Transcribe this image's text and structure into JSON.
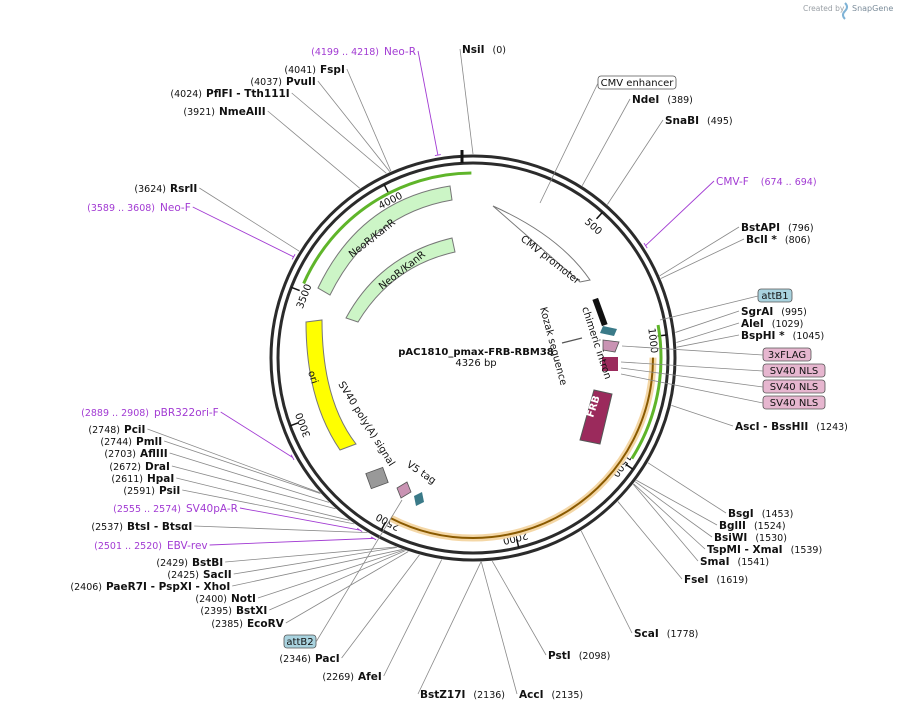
{
  "credit": {
    "prefix": "Created by",
    "brand": "SnapGene"
  },
  "plasmid": {
    "name": "pAC1810_pmax-FRB-RBM38",
    "size": "4326 bp",
    "length": 4326
  },
  "ticks": [
    "500",
    "1000",
    "1500",
    "2000",
    "2500",
    "3000",
    "3500",
    "4000"
  ],
  "enzymes": [
    {
      "id": "nsii",
      "name": "NsiI",
      "pos": "(0)"
    },
    {
      "id": "ndei",
      "name": "NdeI",
      "pos": "(389)"
    },
    {
      "id": "snabi",
      "name": "SnaBI",
      "pos": "(495)"
    },
    {
      "id": "bstapi",
      "name": "BstAPI",
      "pos": "(796)"
    },
    {
      "id": "bcli",
      "name": "BclI *",
      "pos": "(806)"
    },
    {
      "id": "sgrai",
      "name": "SgrAI",
      "pos": "(995)"
    },
    {
      "id": "alei",
      "name": "AleI",
      "pos": "(1029)"
    },
    {
      "id": "bsphi",
      "name": "BspHI *",
      "pos": "(1045)"
    },
    {
      "id": "asci",
      "name": "AscI - BssHII",
      "pos": "(1243)"
    },
    {
      "id": "bsgi",
      "name": "BsgI",
      "pos": "(1453)"
    },
    {
      "id": "bglii",
      "name": "BglII",
      "pos": "(1524)"
    },
    {
      "id": "bsiwi",
      "name": "BsiWI",
      "pos": "(1530)"
    },
    {
      "id": "tspmi",
      "name": "TspMI - XmaI",
      "pos": "(1539)"
    },
    {
      "id": "smai",
      "name": "SmaI",
      "pos": "(1541)"
    },
    {
      "id": "fsei",
      "name": "FseI",
      "pos": "(1619)"
    },
    {
      "id": "scai",
      "name": "ScaI",
      "pos": "(1778)"
    },
    {
      "id": "psti",
      "name": "PstI",
      "pos": "(2098)"
    },
    {
      "id": "acci",
      "name": "AccI",
      "pos": "(2135)"
    },
    {
      "id": "bstz17i",
      "name": "BstZ17I",
      "pos": "(2136)"
    },
    {
      "id": "afei",
      "name": "AfeI",
      "pos": "(2269)"
    },
    {
      "id": "paci",
      "name": "PacI",
      "pos": "(2346)"
    },
    {
      "id": "ecorv",
      "name": "EcoRV",
      "pos": "(2385)"
    },
    {
      "id": "bstxi",
      "name": "BstXI",
      "pos": "(2395)"
    },
    {
      "id": "noti",
      "name": "NotI",
      "pos": "(2400)"
    },
    {
      "id": "paer7i",
      "name": "PaeR7I - PspXI - XhoI",
      "pos": "(2406)"
    },
    {
      "id": "sacii",
      "name": "SacII",
      "pos": "(2425)"
    },
    {
      "id": "bstbi",
      "name": "BstBI",
      "pos": "(2429)"
    },
    {
      "id": "btsi",
      "name": "BtsI - BtsαI",
      "pos": "(2537)"
    },
    {
      "id": "psii",
      "name": "PsiI",
      "pos": "(2591)"
    },
    {
      "id": "hpai",
      "name": "HpaI",
      "pos": "(2611)"
    },
    {
      "id": "drai",
      "name": "DraI",
      "pos": "(2672)"
    },
    {
      "id": "aflIII",
      "name": "AflIII",
      "pos": "(2703)"
    },
    {
      "id": "pmli",
      "name": "PmlI",
      "pos": "(2744)"
    },
    {
      "id": "pcii",
      "name": "PciI",
      "pos": "(2748)"
    },
    {
      "id": "rsrii",
      "name": "RsrII",
      "pos": "(3624)"
    },
    {
      "id": "nmeaiii",
      "name": "NmeAIII",
      "pos": "(3921)"
    },
    {
      "id": "pflfi",
      "name": "PflFI - Tth111I",
      "pos": "(4024)"
    },
    {
      "id": "pvuii",
      "name": "PvuII",
      "pos": "(4037)"
    },
    {
      "id": "fspi",
      "name": "FspI",
      "pos": "(4041)"
    }
  ],
  "primers": [
    {
      "id": "neo-r",
      "name": "Neo-R",
      "pos": "(4199 .. 4218)"
    },
    {
      "id": "cmv-f",
      "name": "CMV-F",
      "pos": "(674 .. 694)"
    },
    {
      "id": "neo-f",
      "name": "Neo-F",
      "pos": "(3589 .. 3608)"
    },
    {
      "id": "pbr322ori-f",
      "name": "pBR322ori-F",
      "pos": "(2889 .. 2908)"
    },
    {
      "id": "sv40pa-r",
      "name": "SV40pA-R",
      "pos": "(2555 .. 2574)"
    },
    {
      "id": "ebv-rev",
      "name": "EBV-rev",
      "pos": "(2501 .. 2520)"
    }
  ],
  "boxed_labels": [
    {
      "id": "cmv-enhancer",
      "text": "CMV enhancer",
      "color": "#ffffff"
    },
    {
      "id": "attb1",
      "text": "attB1",
      "color": "#a9d3df"
    },
    {
      "id": "3xflag",
      "text": "3xFLAG",
      "color": "#e6b6cf"
    },
    {
      "id": "sv40-nls-1",
      "text": "SV40 NLS",
      "color": "#e6b6cf"
    },
    {
      "id": "sv40-nls-2",
      "text": "SV40 NLS",
      "color": "#e6b6cf"
    },
    {
      "id": "sv40-nls-3",
      "text": "SV40 NLS",
      "color": "#e6b6cf"
    },
    {
      "id": "attb2",
      "text": "attB2",
      "color": "#a9d3df"
    }
  ],
  "features": {
    "cmv_promoter": "CMV promoter",
    "chimeric_intron": "chimeric intron",
    "kozak": "Kozak sequence",
    "frb": "FRB",
    "neokanr_1": "NeoR/KanR",
    "neokanr_2": "NeoR/KanR",
    "ori": "ori",
    "sv40pa": "SV40 poly(A) signal",
    "v5tag": "V5 tag"
  },
  "colors": {
    "neo": "#ccf5c6",
    "ori": "#ffff00",
    "frb": "#9b2a5c",
    "promoter": "#ffffff",
    "primer": "#a23bd3",
    "green_band": "#5fb52a",
    "orange_band": "#e6a23c"
  }
}
